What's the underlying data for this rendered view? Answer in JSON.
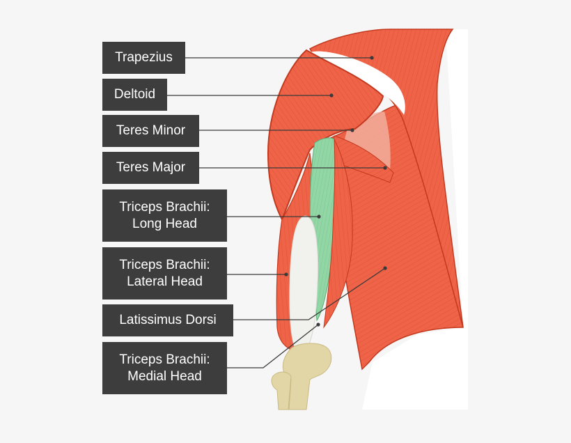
{
  "diagram": {
    "colors": {
      "muscle": "#ef6448",
      "muscle_light": "#f58a72",
      "muscle_outline": "#c2391f",
      "tendon": "#f1f1ee",
      "teres_minor": "#8fd3a3",
      "bone": "#e3d6a6",
      "label_bg": "#3d3d3d",
      "label_text": "#ffffff",
      "leader_line": "#3a3a3a"
    },
    "labels": [
      {
        "id": "trapezius",
        "lines": [
          "Trapezius"
        ]
      },
      {
        "id": "deltoid",
        "lines": [
          "Deltoid"
        ]
      },
      {
        "id": "teres-minor",
        "lines": [
          "Teres Minor"
        ]
      },
      {
        "id": "teres-major",
        "lines": [
          "Teres Major"
        ]
      },
      {
        "id": "triceps-long-head",
        "lines": [
          "Triceps Brachii:",
          "Long Head"
        ]
      },
      {
        "id": "triceps-lateral-head",
        "lines": [
          "Triceps Brachii:",
          "Lateral Head"
        ]
      },
      {
        "id": "latissimus-dorsi",
        "lines": [
          "Latissimus Dorsi"
        ]
      },
      {
        "id": "triceps-medial-head",
        "lines": [
          "Triceps Brachii:",
          "Medial Head"
        ]
      }
    ]
  }
}
